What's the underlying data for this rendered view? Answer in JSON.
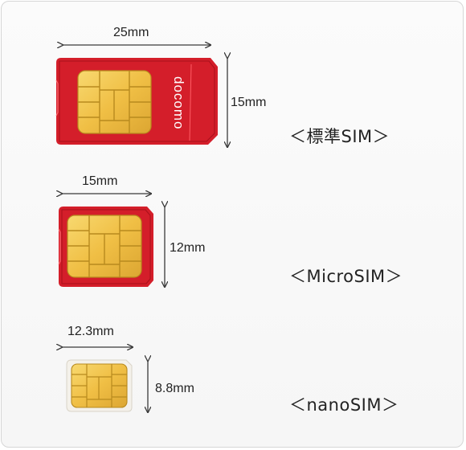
{
  "standard": {
    "width_label": "25mm",
    "height_label": "15mm",
    "brand": "docomo",
    "type_label": "＜標準SIM＞"
  },
  "micro": {
    "width_label": "15mm",
    "height_label": "12mm",
    "type_label": "＜MicroSIM＞"
  },
  "nano": {
    "width_label": "12.3mm",
    "height_label": "8.8mm",
    "type_label": "＜nanoSIM＞"
  },
  "colors": {
    "card_red": "#d41e2a",
    "card_red_dark": "#a8101b",
    "chip_gold": "#f3c24a",
    "chip_line": "#b88a1e",
    "nano_body": "#f4f1ea",
    "arrow": "#3a3a3a"
  }
}
